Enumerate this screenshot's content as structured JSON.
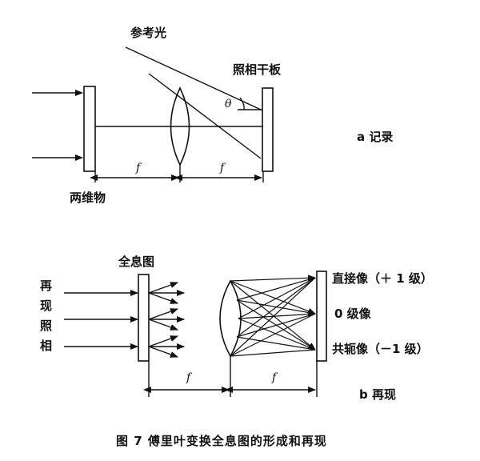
{
  "part_a": {
    "reference_light": "参考光",
    "photo_plate": "照相干板",
    "theta": "θ",
    "object_label": "两维物",
    "focal_f1": "f",
    "focal_f2": "f",
    "panel_label": "a  记录"
  },
  "part_b": {
    "hologram": "全息图",
    "illum_chars": [
      "再",
      "现",
      "照",
      "相"
    ],
    "direct_image": "直接像（＋ 1 级）",
    "zero_order": "0 级像",
    "conjugate_image": "共轭像（－1 级）",
    "focal_f1": "f",
    "focal_f2": "f",
    "panel_label": "b  再现"
  },
  "caption": "图 7   傅里叶变换全息图的形成和再现",
  "colors": {
    "ink": "#111111",
    "background": "#ffffff"
  }
}
